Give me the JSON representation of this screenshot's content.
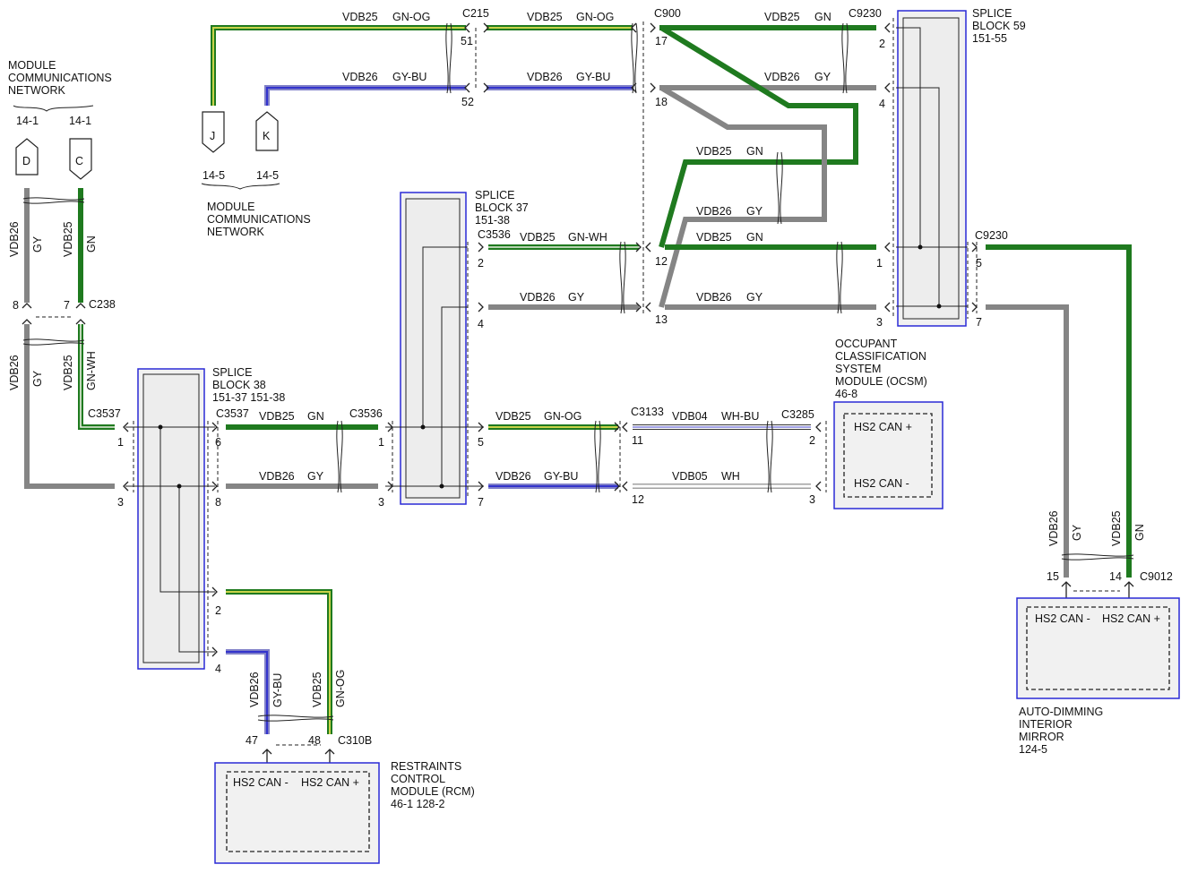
{
  "colors": {
    "green": "#1f7a1f",
    "gray": "#858585",
    "blue_stripe": "#5555dd",
    "orange_stripe": "#c8d24a",
    "white_wire": "#ffffff",
    "block_border": "#2a2ad6"
  },
  "networks": {
    "left_title": "MODULE COMMUNICATIONS NETWORK",
    "left_title_lines": [
      "MODULE",
      "COMMUNICATIONS",
      "NETWORK"
    ],
    "left_refs": [
      "14-1",
      "14-1"
    ],
    "left_connectors": [
      "D",
      "C"
    ],
    "top_title_lines": [
      "MODULE",
      "COMMUNICATIONS",
      "NETWORK"
    ],
    "top_refs": [
      "14-5",
      "14-5"
    ],
    "top_connectors": [
      "J",
      "K"
    ]
  },
  "splice_blocks": {
    "sb59": {
      "lines": [
        "SPLICE",
        "BLOCK 59",
        "151-55"
      ]
    },
    "sb37": {
      "lines": [
        "SPLICE",
        "BLOCK 37",
        "151-38"
      ]
    },
    "sb38": {
      "lines": [
        "SPLICE",
        "BLOCK 38",
        "151-37  151-38"
      ]
    }
  },
  "modules": {
    "ocsm": {
      "lines": [
        "OCCUPANT",
        "CLASSIFICATION",
        "SYSTEM",
        "MODULE (OCSM)",
        "46-8"
      ],
      "pin_plus": "HS2 CAN +",
      "pin_minus": "HS2 CAN -"
    },
    "rcm": {
      "lines": [
        "RESTRAINTS",
        "CONTROL",
        "MODULE (RCM)",
        "46-1     128-2"
      ],
      "pin_minus": "HS2 CAN -",
      "pin_plus": "HS2 CAN +"
    },
    "mirror": {
      "lines": [
        "AUTO-DIMMING",
        "INTERIOR",
        "MIRROR",
        "124-5"
      ],
      "pin_minus": "HS2 CAN -",
      "pin_plus": "HS2 CAN +"
    }
  },
  "connectors": {
    "c215": "C215",
    "c900": "C900",
    "c9230a": "C9230",
    "c9230b": "C9230",
    "c3536a": "C3536",
    "c3536b": "C3536",
    "c3537a": "C3537",
    "c3537b": "C3537",
    "c238": "C238",
    "c3133": "C3133",
    "c3285": "C3285",
    "c310b": "C310B",
    "c9012": "C9012"
  },
  "wire_labels": {
    "w_top1": [
      "VDB25",
      "GN-OG"
    ],
    "w_top2": [
      "VDB25",
      "GN-OG"
    ],
    "w_top3": [
      "VDB25",
      "GN"
    ],
    "w_gy1": [
      "VDB26",
      "GY-BU"
    ],
    "w_gy2": [
      "VDB26",
      "GY-BU"
    ],
    "w_gy3": [
      "VDB26",
      "GY"
    ],
    "w_mid_gn": [
      "VDB25",
      "GN"
    ],
    "w_mid_gy": [
      "VDB26",
      "GY"
    ],
    "w_12_left": [
      "VDB25",
      "GN-WH"
    ],
    "w_12_right": [
      "VDB25",
      "GN"
    ],
    "w_13_left": [
      "VDB26",
      "GY"
    ],
    "w_13_right": [
      "VDB26",
      "GY"
    ],
    "w_sb38_gn": [
      "VDB25",
      "GN"
    ],
    "w_sb38_gy": [
      "VDB26",
      "GY"
    ],
    "w_sb37_gnog": [
      "VDB25",
      "GN-OG"
    ],
    "w_sb37_gybu": [
      "VDB26",
      "GY-BU"
    ],
    "w_ocsm_wh_bu": [
      "VDB04",
      "WH-BU"
    ],
    "w_ocsm_wh": [
      "VDB05",
      "WH"
    ],
    "v_left_gy_top": [
      "VDB26",
      "GY"
    ],
    "v_left_gn_top": [
      "VDB25",
      "GN"
    ],
    "v_left_gy_bot": [
      "VDB26",
      "GY"
    ],
    "v_left_gnwh_bot": [
      "VDB25",
      "GN-WH"
    ],
    "v_rcm_gybu": [
      "VDB26",
      "GY-BU"
    ],
    "v_rcm_gnog": [
      "VDB25",
      "GN-OG"
    ],
    "v_mir_gy": [
      "VDB26",
      "GY"
    ],
    "v_mir_gn": [
      "VDB25",
      "GN"
    ]
  },
  "pins": {
    "p51": "51",
    "p52": "52",
    "p17": "17",
    "p18": "18",
    "p2a": "2",
    "p4a": "4",
    "p12": "12",
    "p13": "13",
    "p1a": "1",
    "p3a": "3",
    "p5a": "5",
    "p7a": "7",
    "p2b": "2",
    "p4b": "4",
    "p5b": "5",
    "p7b": "7",
    "p11": "11",
    "p12b": "12",
    "p2c": "2",
    "p3c": "3",
    "p8": "8",
    "p7": "7",
    "p1b": "1",
    "p3b": "3",
    "p6": "6",
    "p8b": "8",
    "p1c": "1",
    "p3d": "3",
    "p2d": "2",
    "p4d": "4",
    "p47": "47",
    "p48": "48",
    "p15": "15",
    "p14": "14"
  }
}
